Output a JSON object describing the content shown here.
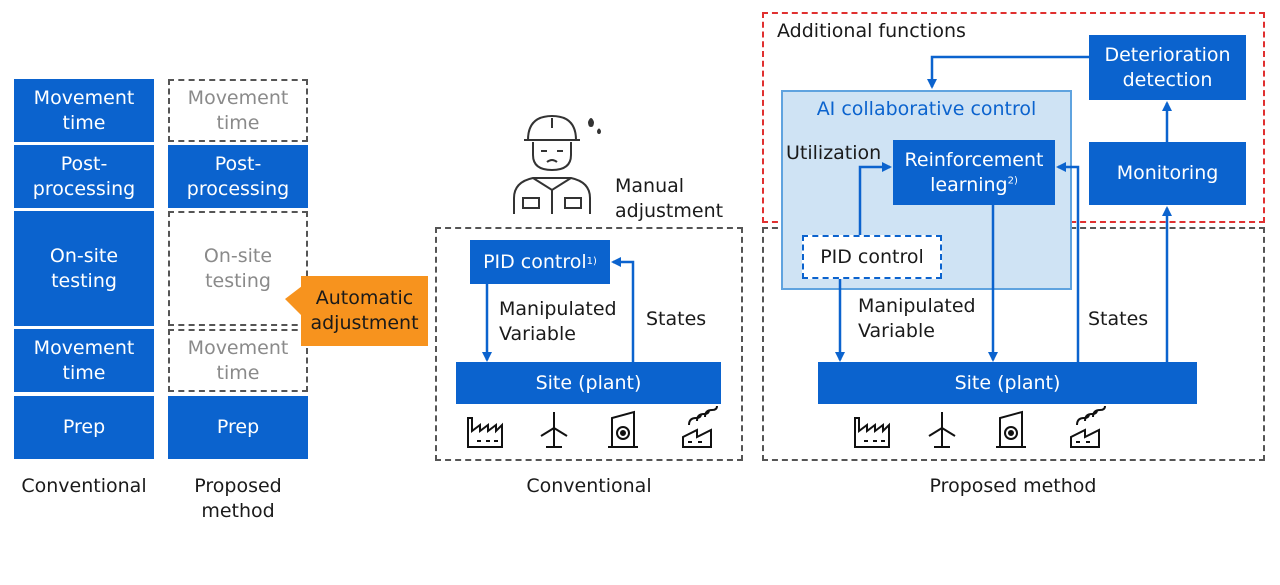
{
  "left": {
    "conventional": {
      "blocks": [
        "Movement time",
        "Post-processing",
        "On-site testing",
        "Movement time",
        "Prep"
      ],
      "caption": "Conventional"
    },
    "proposed": {
      "blocks": [
        "Movement time",
        "Post-processing",
        "On-site testing",
        "Movement time",
        "Prep"
      ],
      "caption": "Proposed method"
    },
    "callout": "Automatic adjustment"
  },
  "middle": {
    "manual": "Manual adjustment",
    "pid": "PID control",
    "pid_sup": "1)",
    "manipulated": "Manipulated Variable",
    "states": "States",
    "site": "Site (plant)",
    "caption": "Conventional"
  },
  "right": {
    "additional": "Additional functions",
    "ai_title": "AI collaborative control",
    "deterioration": "Deterioration detection",
    "utilization": "Utilization",
    "rl": "Reinforcement learning",
    "rl_sup": "2)",
    "monitoring": "Monitoring",
    "pid": "PID control",
    "manipulated": "Manipulated Variable",
    "states": "States",
    "site": "Site (plant)",
    "caption": "Proposed method"
  },
  "colors": {
    "blue": "#0b63ce",
    "orange": "#f7931e",
    "light_blue": "#cfe3f4",
    "red": "#e03030"
  },
  "icons": [
    "worker-icon",
    "factory-icon",
    "wind-turbine-icon",
    "nuclear-plant-icon",
    "thermal-plant-icon"
  ]
}
